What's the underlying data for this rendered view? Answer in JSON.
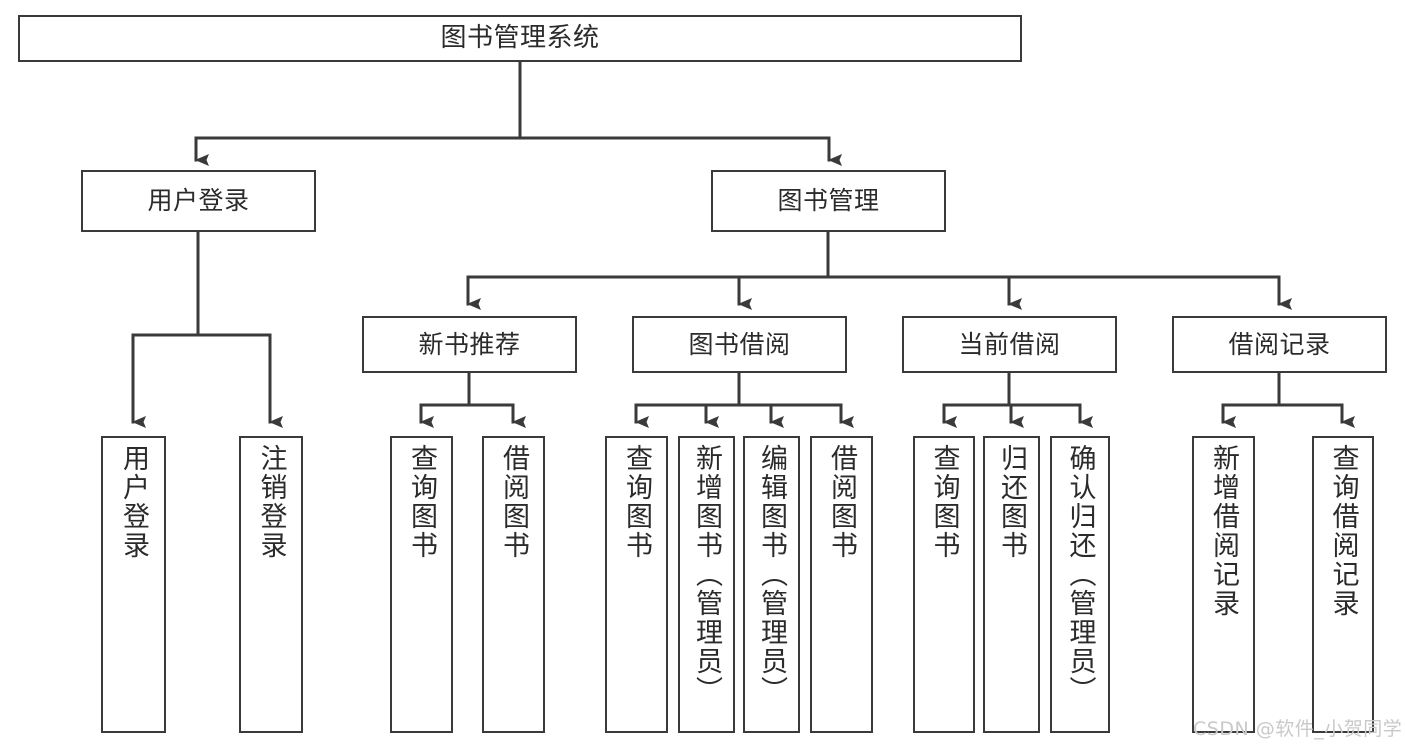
{
  "diagram": {
    "title": "图书管理系统",
    "type": "tree-hierarchy-chart",
    "stroke_color": "#3a3a3a",
    "background_color": "#ffffff",
    "text_color": "#2b2b2b"
  },
  "nodes": {
    "root": {
      "label": "图书管理系统"
    },
    "level2": [
      {
        "label": "用户登录"
      },
      {
        "label": "图书管理"
      }
    ],
    "level3": [
      {
        "label": "新书推荐"
      },
      {
        "label": "图书借阅"
      },
      {
        "label": "当前借阅"
      },
      {
        "label": "借阅记录"
      }
    ],
    "leaves": [
      {
        "label": "用户登录"
      },
      {
        "label": "注销登录"
      },
      {
        "label": "查询图书"
      },
      {
        "label": "借阅图书"
      },
      {
        "label": "查询图书"
      },
      {
        "label": "新增图书（管理员）"
      },
      {
        "label": "编辑图书（管理员）"
      },
      {
        "label": "借阅图书"
      },
      {
        "label": "查询图书"
      },
      {
        "label": "归还图书"
      },
      {
        "label": "确认归还（管理员）"
      },
      {
        "label": "新增借阅记录"
      },
      {
        "label": "查询借阅记录"
      }
    ]
  },
  "watermark": {
    "text": "CSDN @软件_小贺同学"
  }
}
